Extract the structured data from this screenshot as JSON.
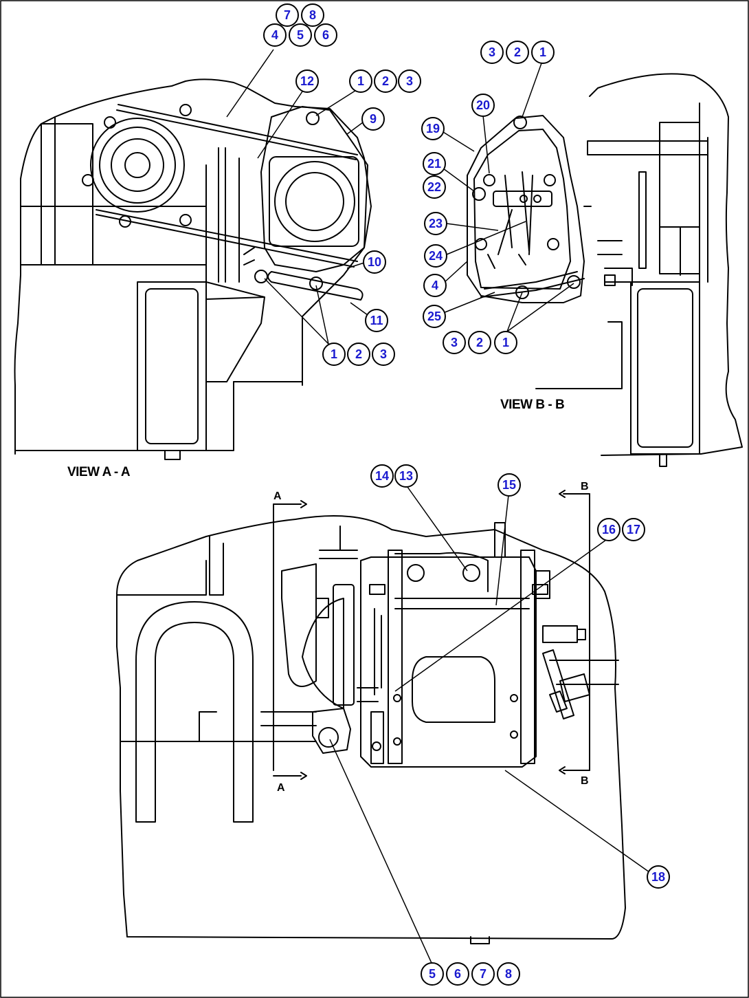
{
  "labels": {
    "view_a": "VIEW A - A",
    "view_b": "VIEW B - B",
    "sec_a_top": "A",
    "sec_a_bottom": "A",
    "sec_b_top": "B",
    "sec_b_bottom": "B"
  },
  "colors": {
    "balloon_text": "#1a1ad0",
    "line": "#000000",
    "background": "#ffffff"
  },
  "callouts": {
    "va": [
      "7",
      "8",
      "4",
      "5",
      "6",
      "12",
      "1",
      "2",
      "3",
      "9",
      "10",
      "11",
      "1",
      "2",
      "3"
    ],
    "vb": [
      "3",
      "2",
      "1",
      "20",
      "19",
      "21",
      "22",
      "23",
      "24",
      "4",
      "25",
      "3",
      "2",
      "1"
    ],
    "main": [
      "14",
      "13",
      "15",
      "16",
      "17",
      "18",
      "5",
      "6",
      "7",
      "8"
    ]
  }
}
